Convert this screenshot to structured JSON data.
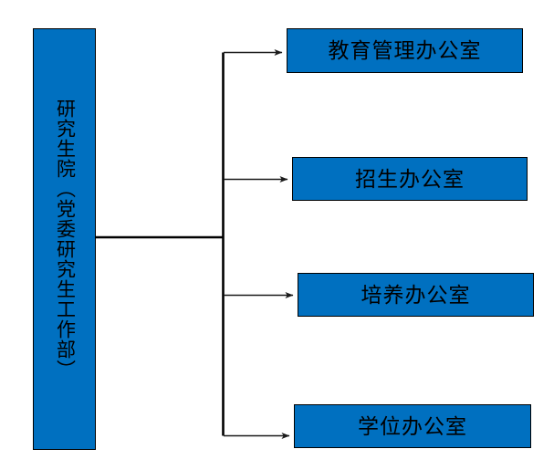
{
  "diagram": {
    "type": "organizational-chart",
    "orientation": "horizontal-tree",
    "colors": {
      "node_fill": "#0070C0",
      "node_border": "#000000",
      "connector": "#000000",
      "text": "#000000",
      "background": "#FFFFFF"
    },
    "root": {
      "label": "研究生院（党委研究生工作部）",
      "text_direction": "vertical"
    },
    "children": [
      {
        "label": "教育管理办公室"
      },
      {
        "label": "招生办公室"
      },
      {
        "label": "培养办公室"
      },
      {
        "label": "学位办公室"
      }
    ],
    "edges": [
      {
        "from": "研究生院（党委研究生工作部）",
        "to": "教育管理办公室",
        "arrow": true
      },
      {
        "from": "研究生院（党委研究生工作部）",
        "to": "招生办公室",
        "arrow": true
      },
      {
        "from": "研究生院（党委研究生工作部）",
        "to": "培养办公室",
        "arrow": true
      },
      {
        "from": "研究生院（党委研究生工作部）",
        "to": "学位办公室",
        "arrow": true
      }
    ]
  }
}
